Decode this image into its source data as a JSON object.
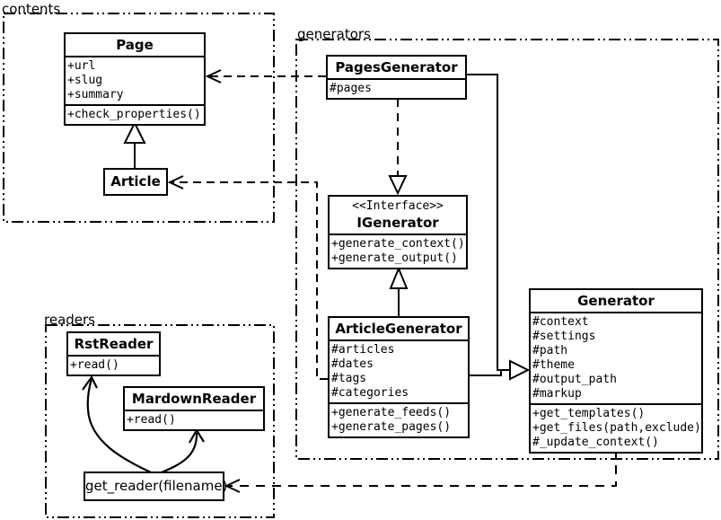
{
  "colors": {
    "line": "#000000",
    "background": "#ffffff"
  },
  "packages": {
    "contents": {
      "label": "contents"
    },
    "generators": {
      "label": "generators"
    },
    "readers": {
      "label": "readers"
    }
  },
  "classes": {
    "page": {
      "name": "Page",
      "attributes": [
        "+url",
        "+slug",
        "+summary"
      ],
      "methods": [
        "+check_properties()"
      ]
    },
    "article": {
      "name": "Article"
    },
    "pages_generator": {
      "name": "PagesGenerator",
      "attributes": [
        "#pages"
      ]
    },
    "igenerator": {
      "stereotype": "<<Interface>>",
      "name": "IGenerator",
      "methods": [
        "+generate_context()",
        "+generate_output()"
      ]
    },
    "article_generator": {
      "name": "ArticleGenerator",
      "attributes": [
        "#articles",
        "#dates",
        "#tags",
        "#categories"
      ],
      "methods": [
        "+generate_feeds()",
        "+generate_pages()"
      ]
    },
    "generator": {
      "name": "Generator",
      "attributes": [
        "#context",
        "#settings",
        "#path",
        "#theme",
        "#output_path",
        "#markup"
      ],
      "methods": [
        "+get_templates()",
        "+get_files(path,exclude)",
        "#_update_context()"
      ]
    },
    "rst_reader": {
      "name": "RstReader",
      "methods": [
        "+read()"
      ]
    },
    "mardown_reader": {
      "name": "MardownReader",
      "methods": [
        "+read()"
      ]
    },
    "get_reader": {
      "label": "get_reader(filename)"
    }
  },
  "relationships": [
    {
      "from": "Article",
      "to": "Page",
      "type": "generalization"
    },
    {
      "from": "PagesGenerator",
      "to": "Page",
      "type": "dependency"
    },
    {
      "from": "ArticleGenerator",
      "to": "Article",
      "type": "dependency"
    },
    {
      "from": "PagesGenerator",
      "to": "IGenerator",
      "type": "realization"
    },
    {
      "from": "ArticleGenerator",
      "to": "IGenerator",
      "type": "generalization"
    },
    {
      "from": "PagesGenerator",
      "to": "Generator",
      "type": "generalization"
    },
    {
      "from": "ArticleGenerator",
      "to": "Generator",
      "type": "generalization"
    },
    {
      "from": "Generator",
      "to": "get_reader(filename)",
      "type": "dependency"
    },
    {
      "from": "get_reader(filename)",
      "to": "RstReader",
      "type": "arrow"
    },
    {
      "from": "get_reader(filename)",
      "to": "MardownReader",
      "type": "arrow"
    }
  ]
}
